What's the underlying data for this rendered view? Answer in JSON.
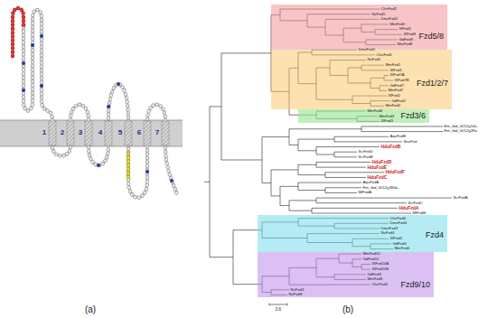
{
  "diagram": {
    "nodes": [
      {
        "text": [
          "Fzd5/8"
        ]
      },
      {
        "text": [
          "Fzd1/2/7"
        ]
      },
      {
        "text": [
          "Fzd3/6"
        ]
      },
      {
        "text": [
          "Fzd4"
        ]
      },
      {
        "text": [
          "Fzd9/10"
        ]
      }
    ],
    "labels": [
      "CheFzd2",
      "NvFzd5",
      "DmeFzd2",
      "MmFzd5",
      "XlFzd5",
      "XlFzd8",
      "GdFzd8",
      "MmFzd8",
      "DmeFzd1",
      "CheFzd1",
      "NvFzd1",
      "MmFzd1",
      "XlFzd1",
      "XlFzd7A",
      "XlFzd7B",
      "GdFzd7",
      "MmFzd7",
      "XlFzd2",
      "GdFzd2",
      "MmFzd2",
      "MmFzd6",
      "MmFzd3",
      "XlFzd3",
      "Em_tbd_0012g14a",
      "Em_tbd_0012g39a",
      "AquFzdB",
      "SooFzd",
      "HduFzdB",
      "SciFzdD",
      "SciFzdB",
      "HduFzdD",
      "HduFzdE",
      "HduFzdF",
      "HduFzdC",
      "AquFzdA",
      "Em_tbd_0012g384a",
      "MlFzdA",
      "SciFzdA",
      "SciFzdC",
      "HduFzdA",
      "MlFzdB",
      "CheFzd4",
      "DmeFzd4",
      "DmeFzd3",
      "NvFzd4",
      "XlFzd4",
      "GdFzd4",
      "MmFzd4",
      "MmFzd10",
      "GdFzd10",
      "XlFzd10A",
      "XlFzd10B",
      "GdFzd9",
      "MmFzd9",
      "CheFzd3",
      "NvFzd3",
      "NvFzd9",
      "1",
      "2",
      "3",
      "4",
      "5",
      "6",
      "7",
      "0.6",
      "(a)",
      "(b)"
    ]
  }
}
